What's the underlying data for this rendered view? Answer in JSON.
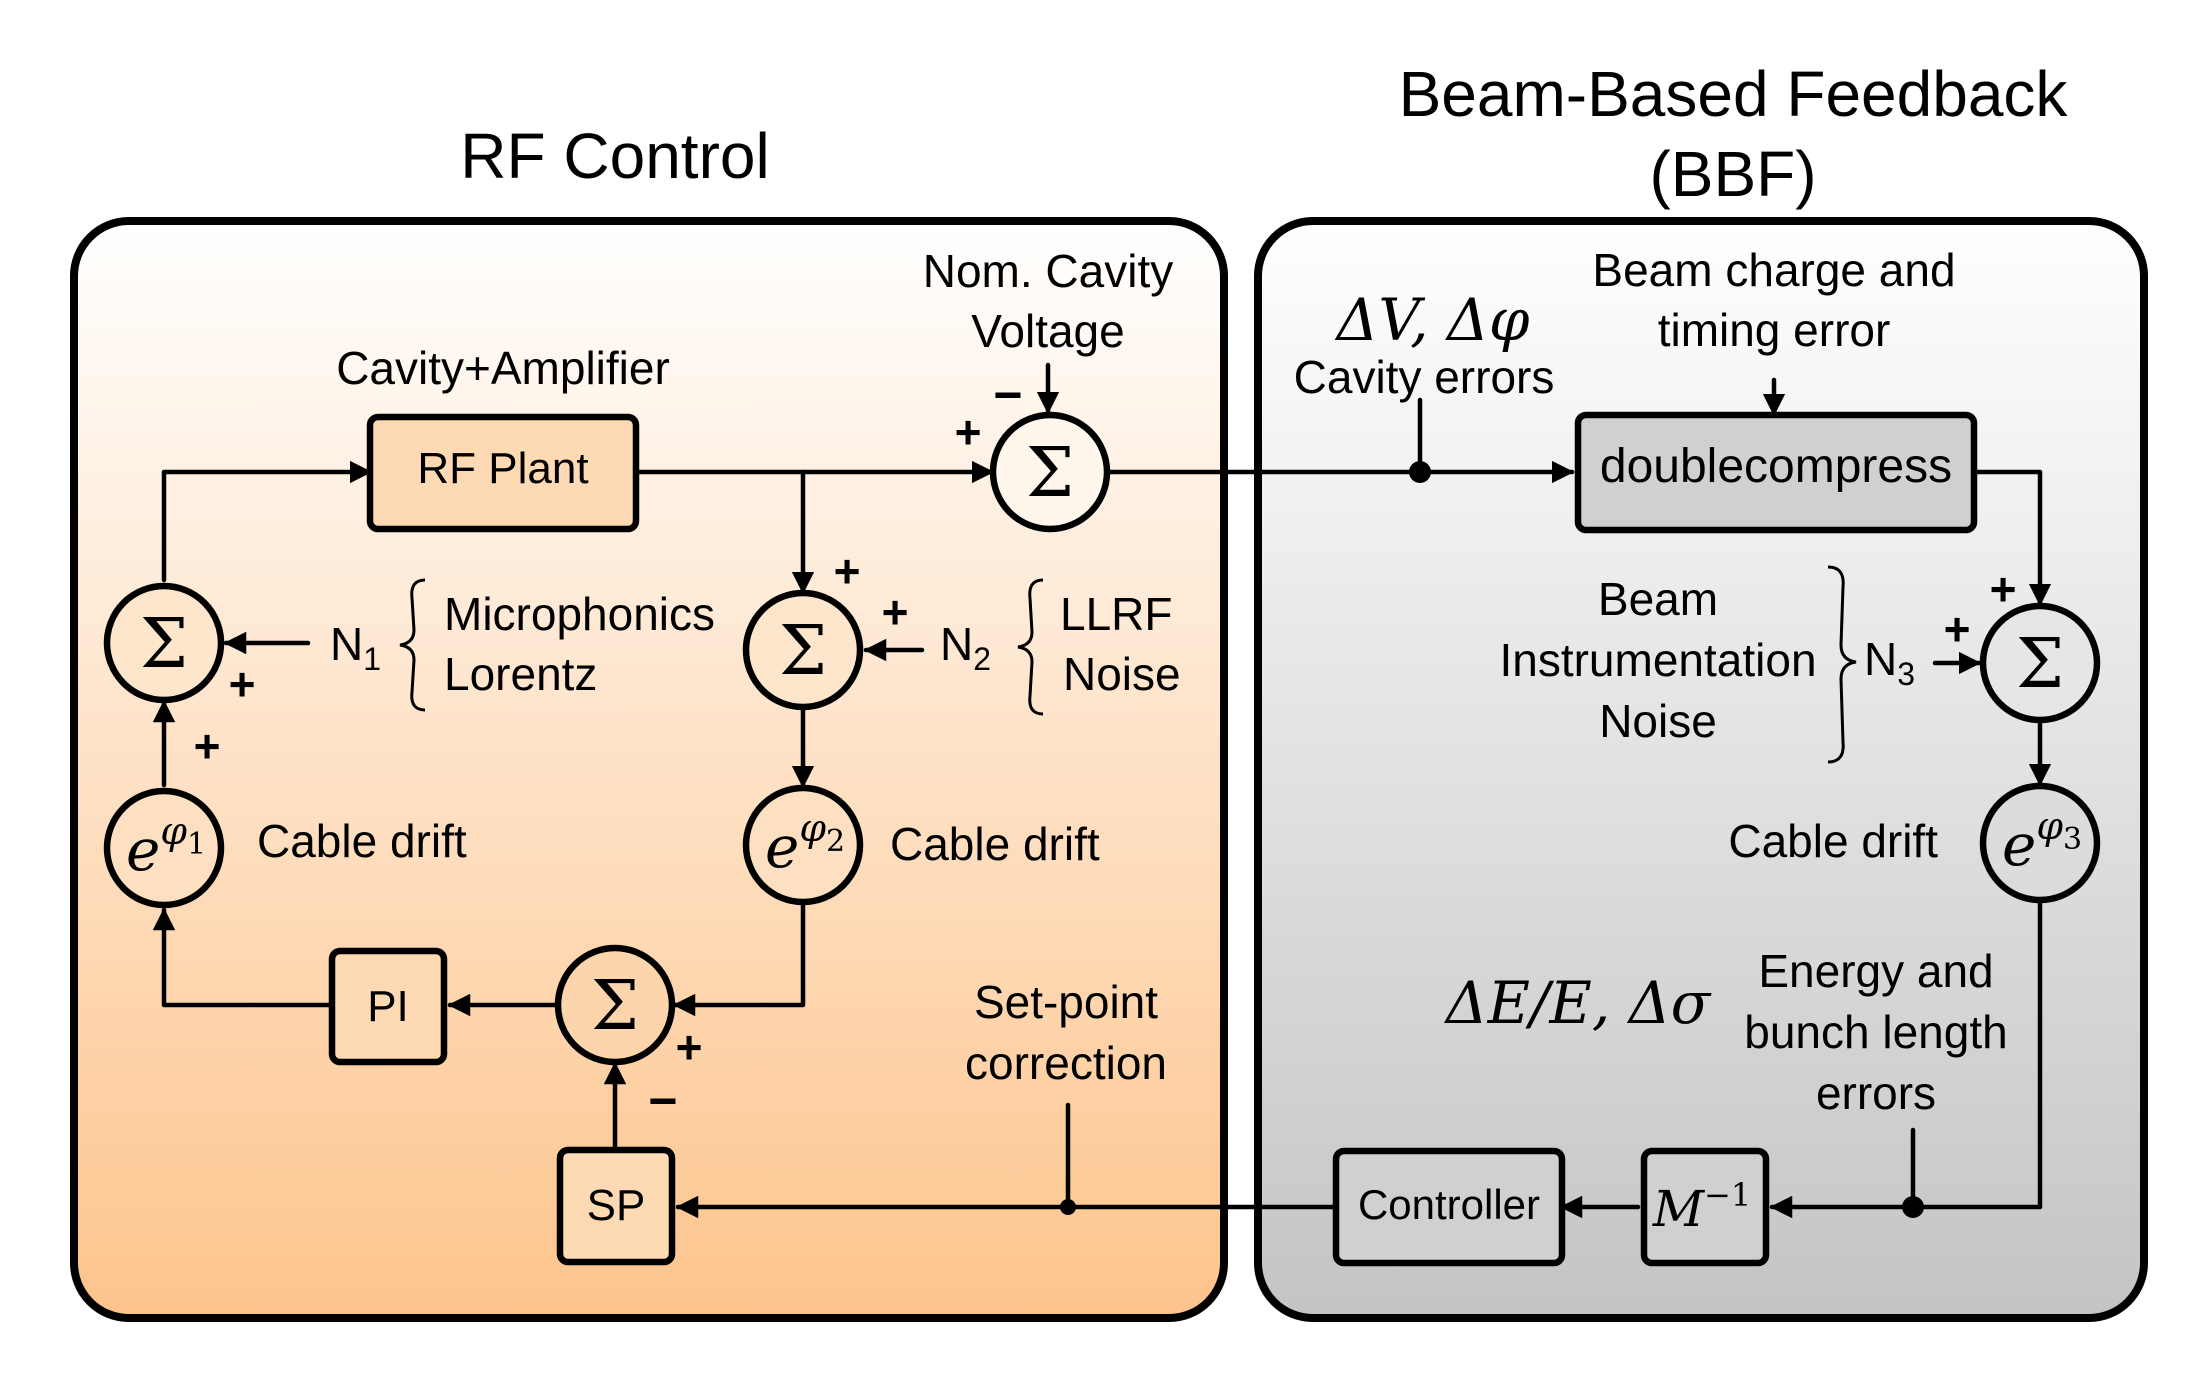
{
  "colors": {
    "rf_panel_top": "#ffffff",
    "rf_panel_bottom": "#fdc48c",
    "bbf_panel_top": "#ffffff",
    "bbf_panel_bottom": "#c4c4c4",
    "box_fill_rf": "#fdd9b4",
    "box_fill_bbf": "#d0d0d0"
  },
  "sections": {
    "rf_title": "RF Control",
    "bbf_title_line1": "Beam-Based Feedback",
    "bbf_title_line2": "(BBF)"
  },
  "blocks": {
    "rf_plant": "RF Plant",
    "pi": "PI",
    "sp": "SP",
    "doublecompress": "doublecompress",
    "controller": "Controller",
    "minv_base": "M",
    "minv_exp": "−1"
  },
  "summing_symbol": "Σ",
  "phase_nodes": {
    "base": "e",
    "phi": "φ",
    "sub1": "1",
    "sub2": "2",
    "sub3": "3"
  },
  "signs": {
    "plus": "+",
    "minus": "−"
  },
  "labels": {
    "cavity_amplifier": "Cavity+Amplifier",
    "nom_cavity_line1": "Nom. Cavity",
    "nom_cavity_line2": "Voltage",
    "dv_dphi": "ΔV, Δφ",
    "cavity_errors": "Cavity errors",
    "beam_charge_line1": "Beam charge and",
    "beam_charge_line2": "timing error",
    "n1_base": "N",
    "n1_sub": "1",
    "microphonics": "Microphonics",
    "lorentz": "Lorentz",
    "n2_base": "N",
    "n2_sub": "2",
    "llrf": "LLRF",
    "noise": "Noise",
    "beam_instr_line1": "Beam",
    "beam_instr_line2": "Instrumentation",
    "beam_instr_line3": "Noise",
    "n3_base": "N",
    "n3_sub": "3",
    "cable_drift_1": "Cable drift",
    "cable_drift_2": "Cable drift",
    "cable_drift_3": "Cable drift",
    "de_e_dsigma": "ΔE/E, Δσ",
    "energy_line1": "Energy and",
    "energy_line2": "bunch length",
    "energy_line3": "errors",
    "setpoint_line1": "Set-point",
    "setpoint_line2": "correction"
  }
}
